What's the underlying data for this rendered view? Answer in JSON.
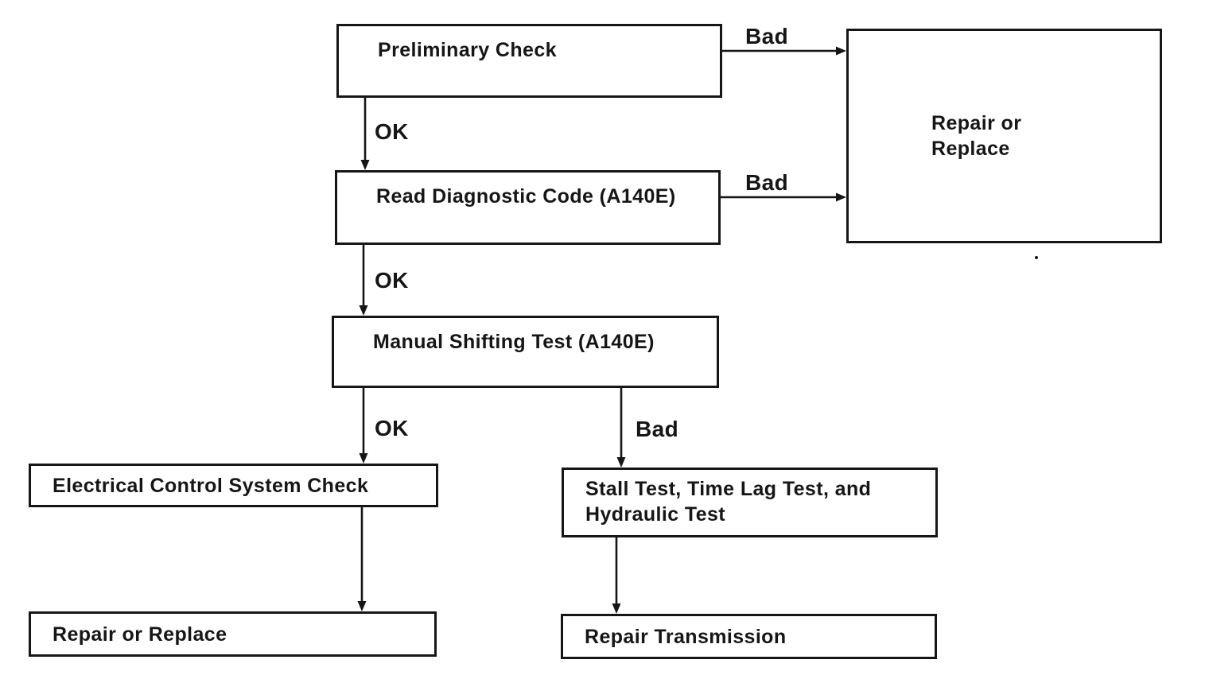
{
  "colors": {
    "ink": "#161616",
    "background": "#ffffff"
  },
  "nodes": {
    "preliminary_check": {
      "label": "Preliminary Check"
    },
    "repair_or_replace_right": {
      "line1": "Repair or",
      "line2": "Replace"
    },
    "read_diagnostic_code": {
      "label": "Read Diagnostic Code (A140E)"
    },
    "manual_shifting_test": {
      "label": "Manual Shifting Test (A140E)"
    },
    "electrical_control_system_check": {
      "label": "Electrical Control System Check"
    },
    "stall_time_lag_hydraulic_test": {
      "line1": "Stall Test, Time Lag Test, and",
      "line2": "Hydraulic Test"
    },
    "repair_or_replace_bottom": {
      "label": "Repair or Replace"
    },
    "repair_transmission": {
      "label": "Repair Transmission"
    }
  },
  "edge_labels": {
    "preliminary_ok": "OK",
    "preliminary_bad": "Bad",
    "diagnostic_ok": "OK",
    "diagnostic_bad": "Bad",
    "manual_ok": "OK",
    "manual_bad": "Bad"
  }
}
